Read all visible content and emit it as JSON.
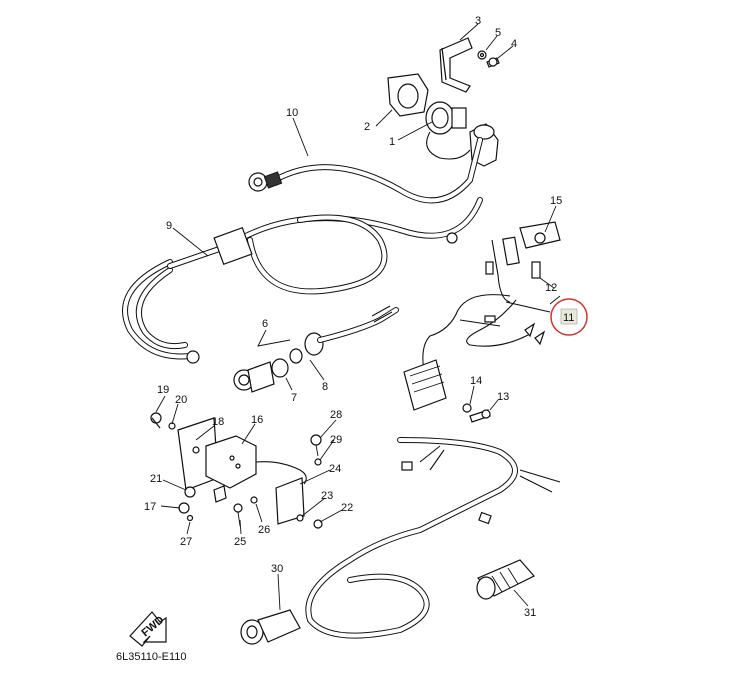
{
  "diagram_code": "6L35110-E110",
  "fwd_label": "FWD",
  "highlight_color": "#d9302a",
  "highlight_fill": "#e8ead7",
  "callouts": [
    {
      "id": "1",
      "label": "1"
    },
    {
      "id": "2",
      "label": "2"
    },
    {
      "id": "3",
      "label": "3"
    },
    {
      "id": "4",
      "label": "4"
    },
    {
      "id": "5",
      "label": "5"
    },
    {
      "id": "6",
      "label": "6"
    },
    {
      "id": "7",
      "label": "7"
    },
    {
      "id": "8",
      "label": "8"
    },
    {
      "id": "9",
      "label": "9"
    },
    {
      "id": "10",
      "label": "10"
    },
    {
      "id": "11",
      "label": "11",
      "highlighted": true
    },
    {
      "id": "12",
      "label": "12"
    },
    {
      "id": "13",
      "label": "13"
    },
    {
      "id": "14",
      "label": "14"
    },
    {
      "id": "15",
      "label": "15"
    },
    {
      "id": "16",
      "label": "16"
    },
    {
      "id": "17",
      "label": "17"
    },
    {
      "id": "18",
      "label": "18"
    },
    {
      "id": "19",
      "label": "19"
    },
    {
      "id": "20",
      "label": "20"
    },
    {
      "id": "21",
      "label": "21"
    },
    {
      "id": "22",
      "label": "22"
    },
    {
      "id": "23",
      "label": "23"
    },
    {
      "id": "24",
      "label": "24"
    },
    {
      "id": "25",
      "label": "25"
    },
    {
      "id": "26",
      "label": "26"
    },
    {
      "id": "27",
      "label": "27"
    },
    {
      "id": "28",
      "label": "28"
    },
    {
      "id": "29",
      "label": "29"
    },
    {
      "id": "30",
      "label": "30"
    },
    {
      "id": "31",
      "label": "31"
    }
  ]
}
